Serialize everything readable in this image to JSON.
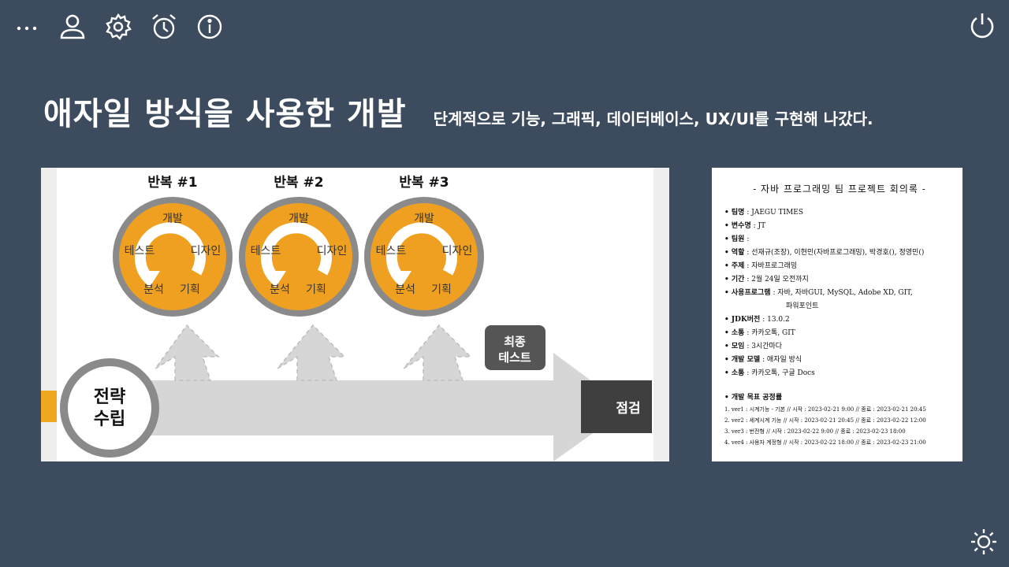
{
  "toolbar": {
    "icons": [
      "more-icon",
      "user-icon",
      "gear-icon",
      "alarm-icon",
      "info-icon"
    ],
    "power_icon": "power-icon",
    "brightness_icon": "sun-icon"
  },
  "header": {
    "title": "애자일 방식을 사용한 개발",
    "subtitle": "단계적으로 기능, 그래픽, 데이터베이스, UX/UI를 구현해 나갔다."
  },
  "diagram": {
    "iterations": [
      {
        "label": "반복 #1",
        "top": "개발",
        "left": "테스트",
        "right": "디자인",
        "bottom_left": "분석",
        "bottom_right": "기획"
      },
      {
        "label": "반복 #2",
        "top": "개발",
        "left": "테스트",
        "right": "디자인",
        "bottom_left": "분석",
        "bottom_right": "기획"
      },
      {
        "label": "반복 #3",
        "top": "개발",
        "left": "테스트",
        "right": "디자인",
        "bottom_left": "분석",
        "bottom_right": "기획"
      }
    ],
    "strategy_line1": "전략",
    "strategy_line2": "수립",
    "final_test_line1": "최종",
    "final_test_line2": "테스트",
    "inspection": "점검",
    "colors": {
      "orange": "#f0a020",
      "ring": "#8a8a8a",
      "arrow": "#d8d8d8",
      "dark": "#444444"
    }
  },
  "document": {
    "title": "- 자바 프로그래밍 팀 프로젝트 회의록 -",
    "fields": [
      {
        "label": "팀명",
        "value": "JAEGU TIMES"
      },
      {
        "label": "변수명",
        "value": "JT"
      },
      {
        "label": "팀원",
        "value": ""
      },
      {
        "label": "역할",
        "value": "선재규(조장), 이현민(자바프로그래밍), 박경호(), 정영민()"
      },
      {
        "label": "주제",
        "value": "자바프로그래밍"
      },
      {
        "label": "기간",
        "value": "2월 24일 오전까지"
      },
      {
        "label": "사용프로그램",
        "value": "자바, 자바GUI, MySQL, Adobe XD, GIT,"
      },
      {
        "label": "",
        "value": "파워포인트"
      },
      {
        "label": "JDK버전",
        "value": "13.0.2"
      },
      {
        "label": "소통",
        "value": "카카오톡, GIT"
      },
      {
        "label": "모임",
        "value": "3시간마다"
      },
      {
        "label": "개발 모델",
        "value": "애자일 방식"
      },
      {
        "label": "소통",
        "value": "카카오톡, 구글 Docs"
      }
    ],
    "goals_title": "개발 목표 공정률",
    "goals": [
      "1. ver1 : 시계기능 - 기본  // 시작 :  2023-02-21 9:00   // 종료 : 2023-02-21 20:45",
      "2. ver2 : 세계시계 기능    // 시작 :  2023-02-21 20:45   // 종료 : 2023-02-22 12:00",
      "3. ver3 : 번전형           // 시작 :  2023-02-22 9:00   // 종료 : 2023-02-23 18:00",
      "4. ver4 : 사용자 계정형    // 시작 :  2023-02-22 18:00   // 종료 : 2023-02-23 21:00"
    ]
  }
}
